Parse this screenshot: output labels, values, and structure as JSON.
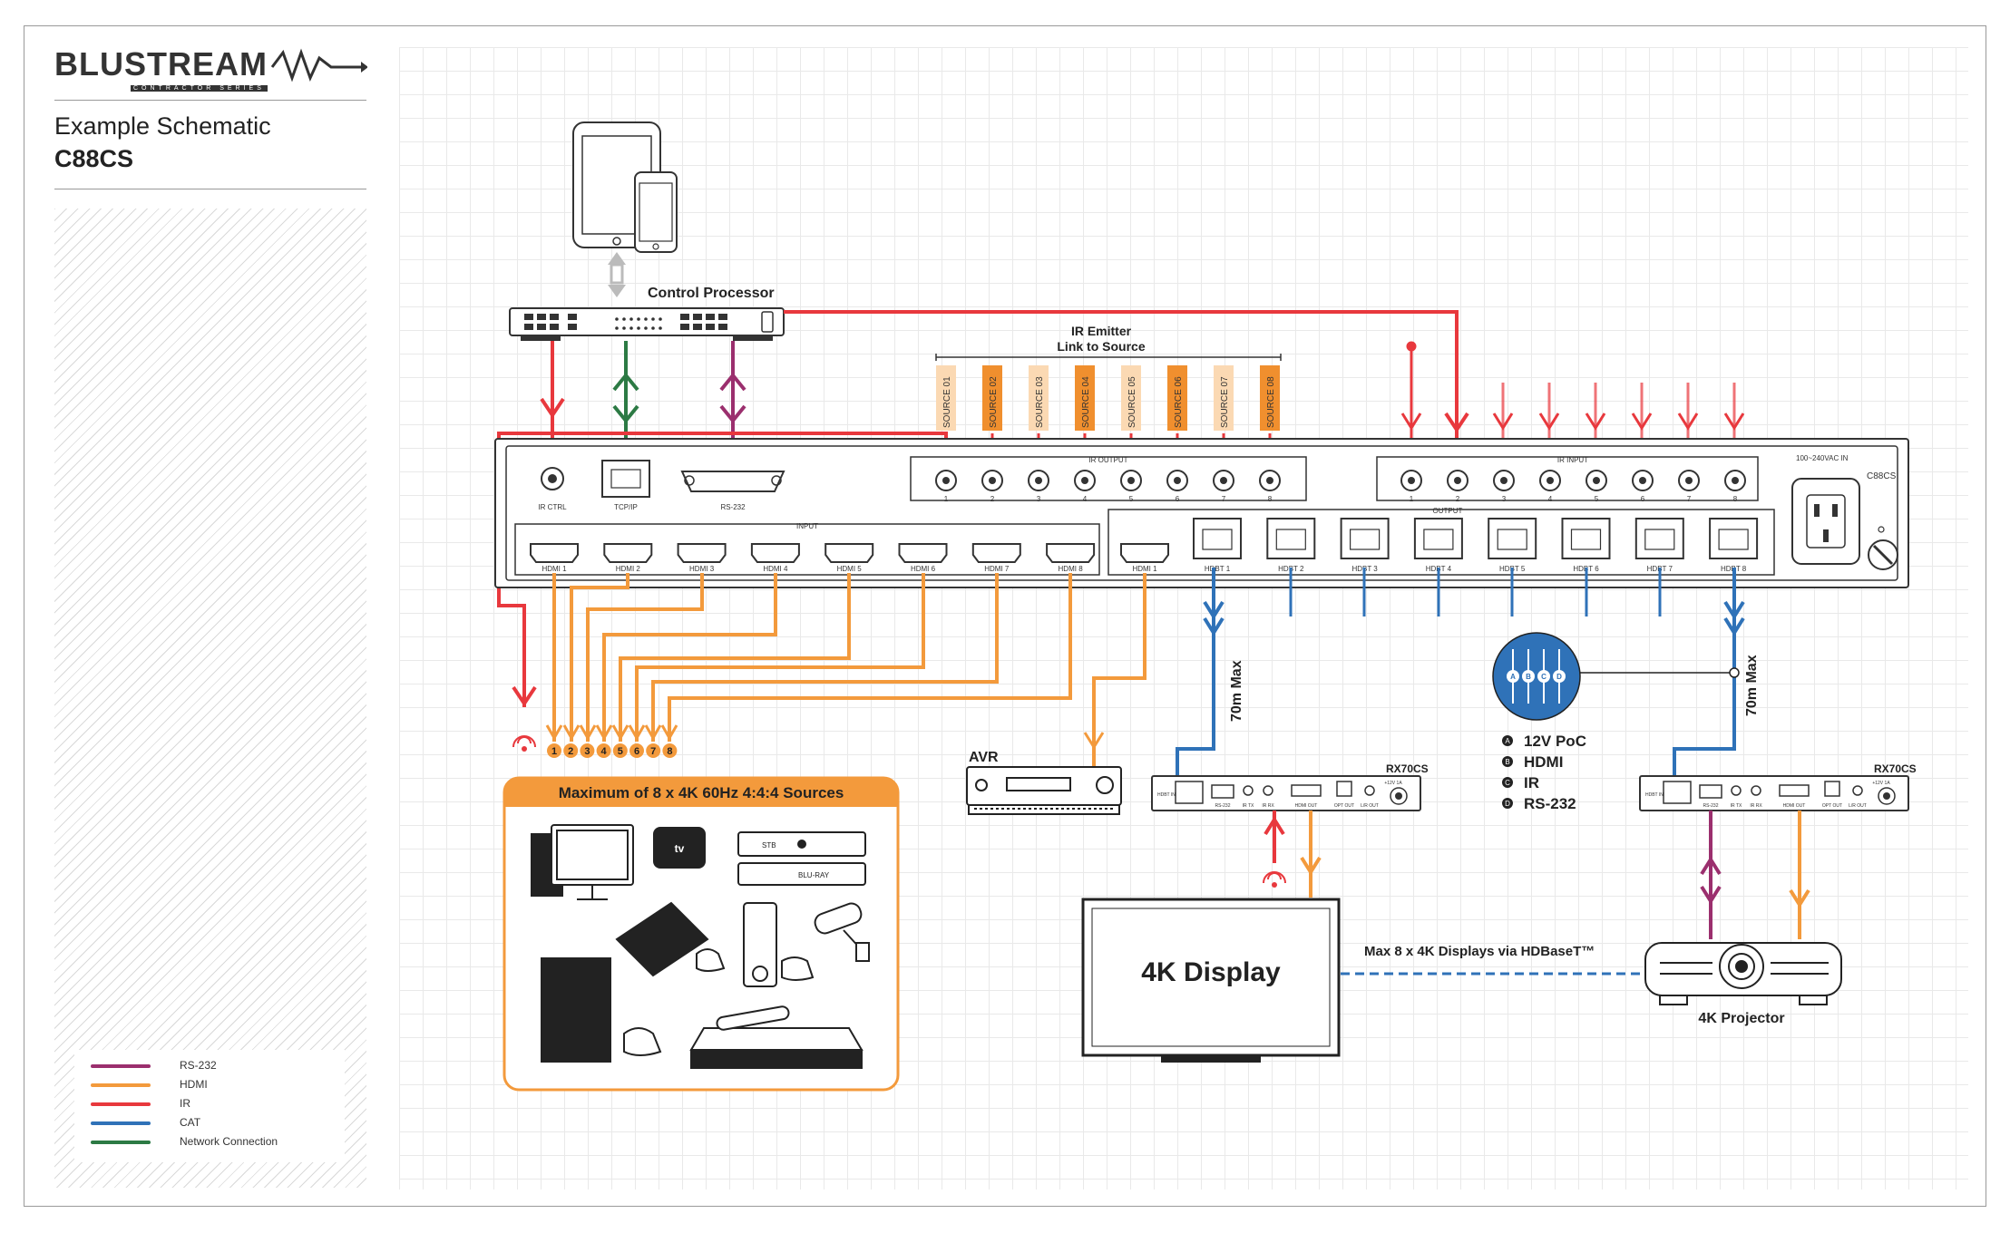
{
  "brand": {
    "logo_text": "BLUSTREAM",
    "logo_sub": "CONTRACTOR SERIES"
  },
  "sheet": {
    "title": "Example Schematic",
    "model": "C88CS"
  },
  "colors": {
    "rs232": "#9b2f6e",
    "hdmi": "#f39a3c",
    "ir": "#e8383d",
    "cat": "#2f72b8",
    "network": "#2c7a44",
    "source_dark": "#f08f2e",
    "source_light": "#fbd9b3"
  },
  "legend": [
    {
      "label": "RS-232",
      "color": "#9b2f6e"
    },
    {
      "label": "HDMI",
      "color": "#f39a3c"
    },
    {
      "label": "IR",
      "color": "#e8383d"
    },
    {
      "label": "CAT",
      "color": "#2f72b8"
    },
    {
      "label": "Network Connection",
      "color": "#2c7a44"
    }
  ],
  "control_processor": {
    "label": "Control Processor"
  },
  "ir_emitter": {
    "line1": "IR Emitter",
    "line2": "Link to Source"
  },
  "sources": [
    "SOURCE 01",
    "SOURCE 02",
    "SOURCE 03",
    "SOURCE 04",
    "SOURCE 05",
    "SOURCE 06",
    "SOURCE 07",
    "SOURCE 08"
  ],
  "matrix": {
    "ir_ctrl": "IR CTRL",
    "tcpip": "TCP/IP",
    "rs232": "RS-232",
    "ir_output": "IR OUTPUT",
    "ir_input": "IR INPUT",
    "input": "INPUT",
    "output": "OUTPUT",
    "power": "100~240VAC IN",
    "model": "C88CS",
    "port_numbers": [
      "1",
      "2",
      "3",
      "4",
      "5",
      "6",
      "7",
      "8"
    ],
    "hdmi_in": [
      "HDMI 1",
      "HDMI 2",
      "HDMI 3",
      "HDMI 4",
      "HDMI 5",
      "HDMI 6",
      "HDMI 7",
      "HDMI 8"
    ],
    "hdmi_out": "HDMI 1",
    "hdbt_out": [
      "HDBT 1",
      "HDBT 2",
      "HDBT 3",
      "HDBT 4",
      "HDBT 5",
      "HDBT 6",
      "HDBT 7",
      "HDBT 8"
    ]
  },
  "source_numbers": [
    "1",
    "2",
    "3",
    "4",
    "5",
    "6",
    "7",
    "8"
  ],
  "sources_box": {
    "title": "Maximum of 8 x 4K 60Hz 4:4:4 Sources"
  },
  "devices": {
    "tv_logo": "tv",
    "stb": "STB",
    "bluray": "BLU-RAY"
  },
  "avr": {
    "label": "AVR"
  },
  "receiver_left": {
    "label": "RX70CS"
  },
  "receiver_right": {
    "label": "RX70CS"
  },
  "receiver_ports": {
    "hdbt_in": "HDBT IN",
    "rs232": "RS-232",
    "ir_tx": "IR TX",
    "ir_rx": "IR RX",
    "hdmi_out": "HDMI OUT",
    "opt_out": "OPT OUT",
    "lr_out": "L/R OUT",
    "power": "+12V 1A"
  },
  "cable_label_left": "70m Max",
  "cable_label_right": "70m Max",
  "cat_legend": {
    "letters": [
      "A",
      "B",
      "C",
      "D"
    ],
    "items": [
      {
        "letter": "A",
        "text": "12V PoC"
      },
      {
        "letter": "B",
        "text": "HDMI"
      },
      {
        "letter": "C",
        "text": "IR"
      },
      {
        "letter": "D",
        "text": "RS-232"
      }
    ]
  },
  "display": {
    "label": "4K Display"
  },
  "projector": {
    "label": "4K Projector"
  },
  "max_displays": "Max 8 x 4K Displays via HDBaseT™"
}
